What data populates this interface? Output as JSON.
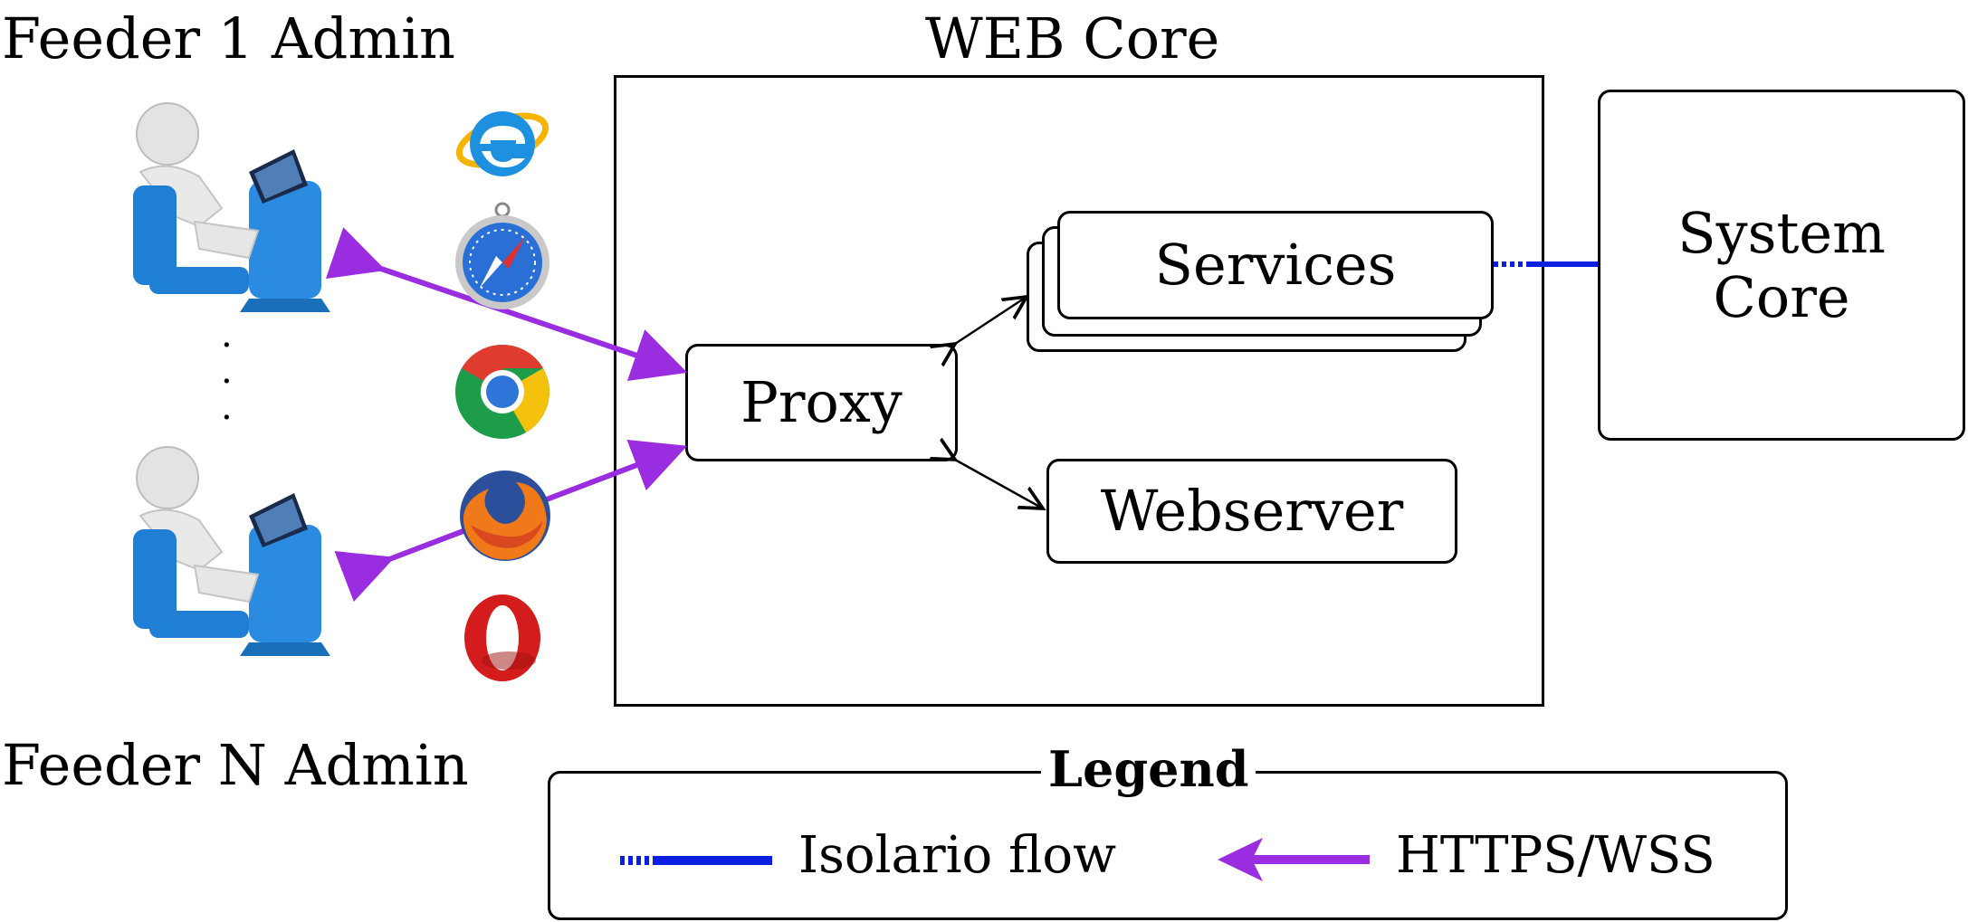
{
  "labels": {
    "feeder1": "Feeder 1 Admin",
    "feederN": "Feeder N Admin",
    "web_core": "WEB Core",
    "proxy": "Proxy",
    "services": "Services",
    "webserver": "Webserver",
    "system_core_line1": "System",
    "system_core_line2": "Core",
    "ellipsis_dot": "."
  },
  "legend": {
    "title": "Legend",
    "isolario": "Isolario flow",
    "https": "HTTPS/WSS"
  },
  "colors": {
    "https_arrow": "#9b2de0",
    "isolario_flow": "#0a1fe0",
    "internal_arrow": "#000000",
    "user_blue": "#1f7fd4"
  },
  "icons": {
    "browsers": [
      "internet-explorer-icon",
      "safari-icon",
      "chrome-icon",
      "firefox-icon",
      "opera-icon"
    ],
    "users": [
      "admin-user-icon",
      "admin-user-icon"
    ]
  }
}
